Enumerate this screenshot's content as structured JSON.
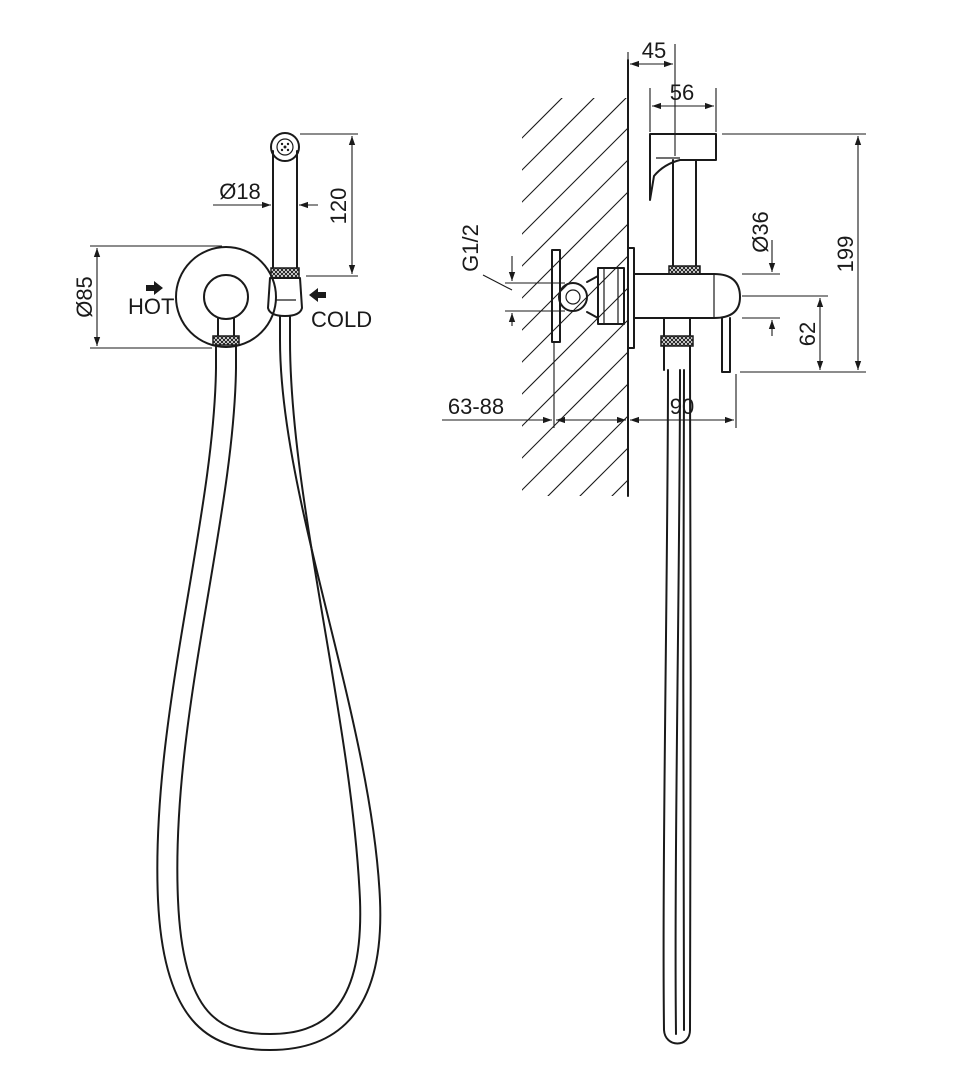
{
  "front_view": {
    "dim_diameter_plate": "Ø85",
    "dim_diameter_handset": "Ø18",
    "dim_height_handset": "120",
    "label_hot": "HOT",
    "label_cold": "COLD"
  },
  "side_view": {
    "dim_wall_to_plate": "45",
    "dim_head_length": "56",
    "dim_thread": "G1/2",
    "dim_diameter_body": "Ø36",
    "dim_total_height": "199",
    "dim_outlet_height": "62",
    "dim_install_depth": "63-88",
    "dim_projection": "90"
  },
  "colors": {
    "line": "#1a1a1a",
    "background": "#ffffff"
  }
}
